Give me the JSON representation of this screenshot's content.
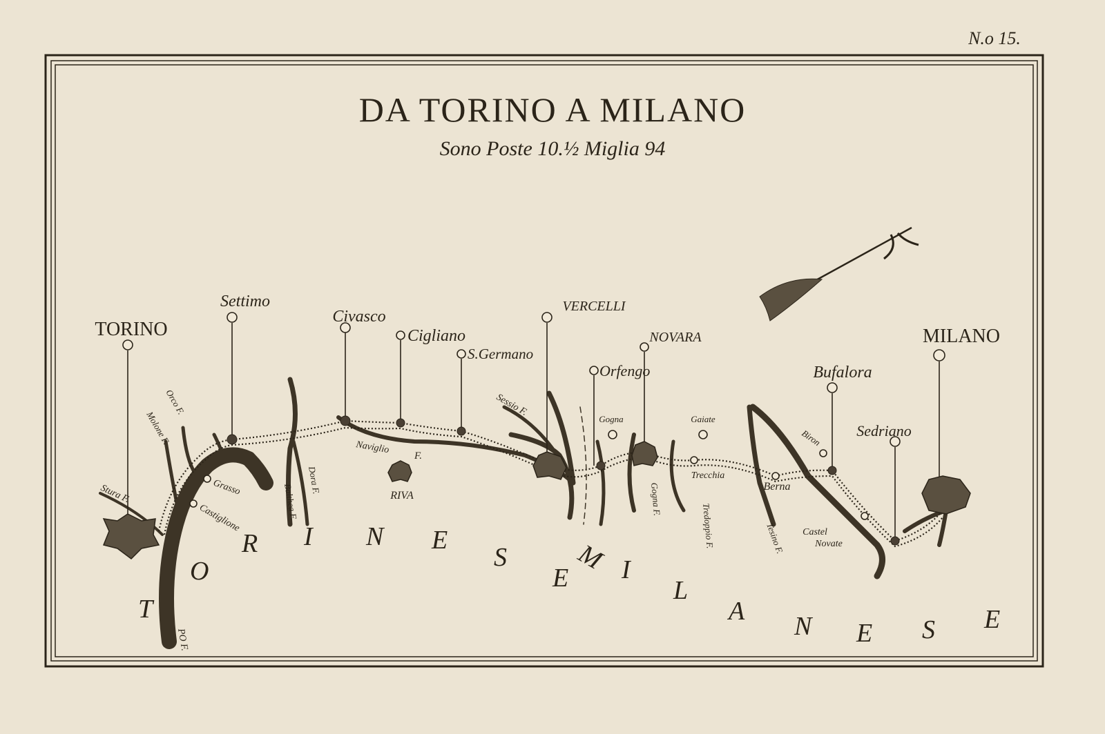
{
  "plate_number": "N.o 15.",
  "title": "DA TORINO A MILANO",
  "subtitle": "Sono Poste 10.½ Miglia 94",
  "towns": {
    "torino": "TORINO",
    "settimo": "Settimo",
    "civasco": "Civasco",
    "cigliano": "Cigliano",
    "sgermano": "S.Germano",
    "vercelli": "VERCELLI",
    "novara": "NOVARA",
    "orfengo": "Orfengo",
    "bufalora": "Bufalora",
    "sedriano": "Sedriano",
    "milano": "MILANO"
  },
  "places": {
    "grasso": "Grasso",
    "castiglione": "Castiglione",
    "riva": "RIVA",
    "gogna": "Gogna",
    "gaiate": "Gaiate",
    "trecchia": "Trecchia",
    "berna": "Berna",
    "biron": "Biron",
    "castel": "Castel",
    "novate": "Novate"
  },
  "rivers": {
    "stura": "Stura F.",
    "molone": "Molone F.",
    "orco": "Orco F.",
    "dora": "Dora F.",
    "balthea": "Balthea F.",
    "naviglio": "Naviglio",
    "naviglio_f": "F.",
    "sessio": "Sessio F.",
    "gogna": "Gogna F.",
    "tredoppio": "Tredoppio F.",
    "tesino": "Tesino F.",
    "po": "PO F."
  },
  "regions": {
    "torinese": [
      "T",
      "O",
      "R",
      "I",
      "N",
      "E",
      "S",
      "E"
    ],
    "milanese": [
      "M",
      "I",
      "L",
      "A",
      "N",
      "E",
      "S",
      "E"
    ]
  },
  "colors": {
    "paper": "#ece4d3",
    "ink": "#2b2419"
  }
}
